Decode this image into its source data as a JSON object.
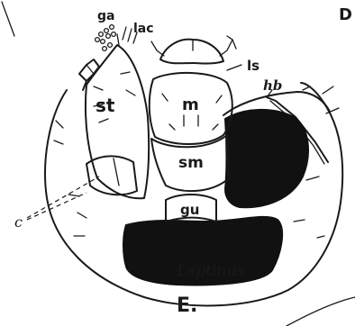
{
  "figure": {
    "panel_letter": "E.",
    "corner_letter": "D",
    "genus_label": "Leptinus",
    "labels": {
      "ga": "ga",
      "lac": "lac",
      "ls": "ls",
      "hb": "hb",
      "st": "st",
      "m": "m",
      "sm": "sm",
      "gu": "gu",
      "c": "c"
    },
    "colors": {
      "ink": "#1a1a1a",
      "paper": "#ffffff",
      "fill": "#111111"
    }
  }
}
